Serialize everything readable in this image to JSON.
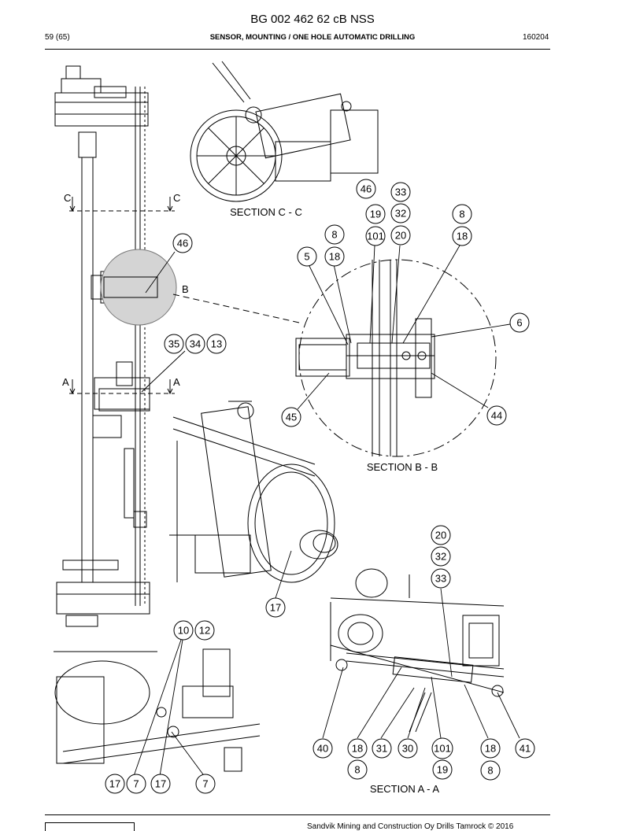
{
  "header": {
    "doc_code": "BG 002 462 62 cB NSS",
    "page": "59 (65)",
    "title": "SENSOR, MOUNTING / ONE HOLE AUTOMATIC DRILLING",
    "date": "160204"
  },
  "sections": {
    "cc": "SECTION C - C",
    "bb": "SECTION B - B",
    "aa": "SECTION A - A"
  },
  "markers": {
    "c_left": "C",
    "c_right": "C",
    "a_left": "A",
    "a_right": "A",
    "b": "B"
  },
  "balloons": {
    "b46a": "46",
    "b33a": "33",
    "b19a": "19",
    "b32a": "32",
    "b8a": "8",
    "b8b": "8",
    "b101a": "101",
    "b20a": "20",
    "b18a": "18",
    "b46b": "46",
    "b5": "5",
    "b18b": "18",
    "b6": "6",
    "b35": "35",
    "b34": "34",
    "b13": "13",
    "b45": "45",
    "b44": "44",
    "b20b": "20",
    "b32b": "32",
    "b33b": "33",
    "b17a": "17",
    "b10": "10",
    "b12": "12",
    "b40": "40",
    "b18c": "18",
    "b31": "31",
    "b30": "30",
    "b101b": "101",
    "b18d": "18",
    "b41": "41",
    "b8c": "8",
    "b19b": "19",
    "b8d": "8",
    "b17b": "17",
    "b7a": "7",
    "b17c": "17",
    "b7b": "7"
  },
  "footer": {
    "copyright": "Sandvik Mining and Construction Oy Drills Tamrock © 2016"
  }
}
